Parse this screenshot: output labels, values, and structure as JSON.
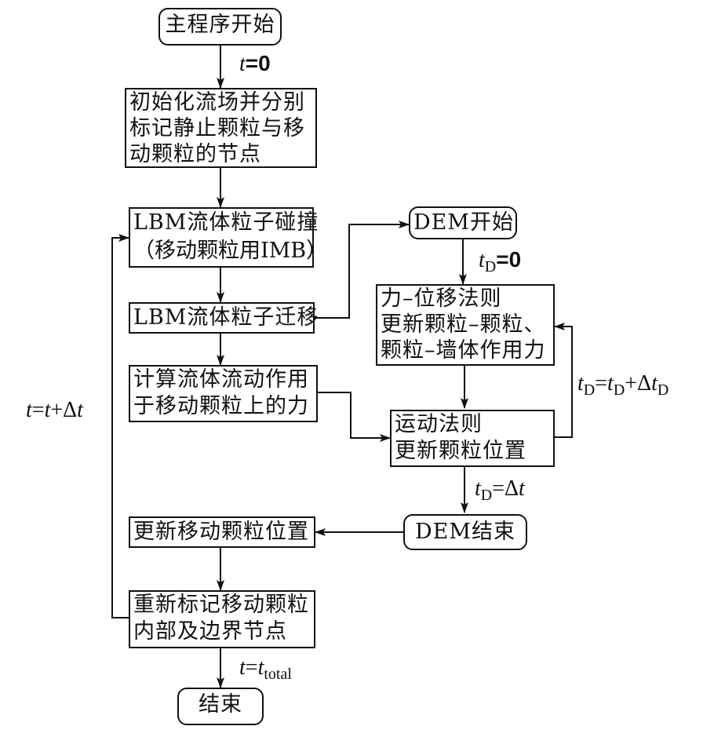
{
  "nodes": {
    "main_start": {
      "lines": [
        "主程序开始"
      ]
    },
    "init": {
      "lines": [
        "初始化流场并分别",
        "标记静止颗粒与移",
        "动颗粒的节点"
      ]
    },
    "lbm_collision": {
      "lines": [
        "LBM流体粒子碰撞",
        "（移动颗粒用IMB）"
      ]
    },
    "lbm_streaming": {
      "lines": [
        "LBM流体粒子迁移"
      ]
    },
    "compute_force": {
      "lines": [
        "计算流体流动作用",
        "于移动颗粒上的力"
      ]
    },
    "update_position": {
      "lines": [
        "更新移动颗粒位置"
      ]
    },
    "remark_nodes": {
      "lines": [
        "重新标记移动颗粒",
        "内部及边界节点"
      ]
    },
    "end": {
      "lines": [
        "结束"
      ]
    },
    "dem_start": {
      "lines": [
        "DEM开始"
      ]
    },
    "force_displacement": {
      "lines": [
        "力–位移法则",
        "更新颗粒–颗粒、",
        "颗粒–墙体作用力"
      ]
    },
    "motion_law": {
      "lines": [
        "运动法则",
        "更新颗粒位置"
      ]
    },
    "dem_end": {
      "lines": [
        "DEM结束"
      ]
    }
  },
  "edge_labels": {
    "t_init": {
      "var": "t",
      "eq": "=",
      "value": "0"
    },
    "td_init": {
      "var": "t",
      "sub": "D",
      "eq": "=",
      "value": "0"
    },
    "td_update": {
      "lhs_var": "t",
      "lhs_sub": "D",
      "eq": "=",
      "rhs_var": "t",
      "rhs_sub": "D",
      "plus": "+",
      "delta": "Δ",
      "inc_var": "t",
      "inc_sub": "D"
    },
    "td_end": {
      "var": "t",
      "sub": "D",
      "eq": "=",
      "delta": "Δ",
      "rhs_var": "t"
    },
    "t_update": {
      "var": "t",
      "eq": "=",
      "rhs_var": "t",
      "plus": "+",
      "delta": "Δ",
      "inc_var": "t"
    },
    "t_total": {
      "var": "t",
      "eq": "=",
      "rhs_var": "t",
      "rhs_sub": "total"
    }
  },
  "colors": {
    "stroke": "#111111",
    "background": "#ffffff"
  }
}
